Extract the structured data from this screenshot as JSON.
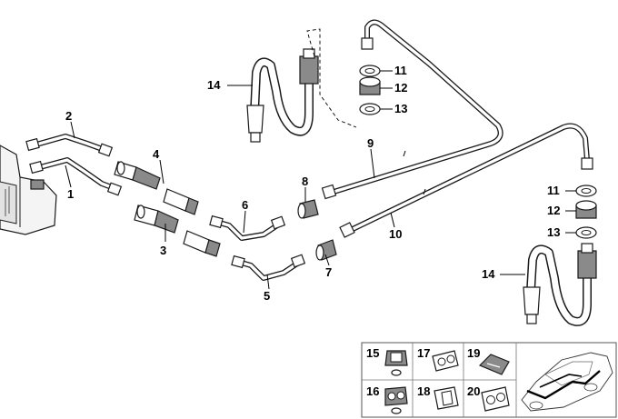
{
  "callouts": {
    "c1": "1",
    "c2": "2",
    "c3": "3",
    "c4": "4",
    "c5": "5",
    "c6": "6",
    "c7": "7",
    "c8": "8",
    "c9": "9",
    "c10": "10",
    "c11a": "11",
    "c12a": "12",
    "c13a": "13",
    "c14a": "14",
    "c11b": "11",
    "c12b": "12",
    "c13b": "13",
    "c14b": "14"
  },
  "thumbnails": {
    "t15": "15",
    "t16": "16",
    "t17": "17",
    "t18": "18",
    "t19": "19",
    "t20": "20"
  }
}
